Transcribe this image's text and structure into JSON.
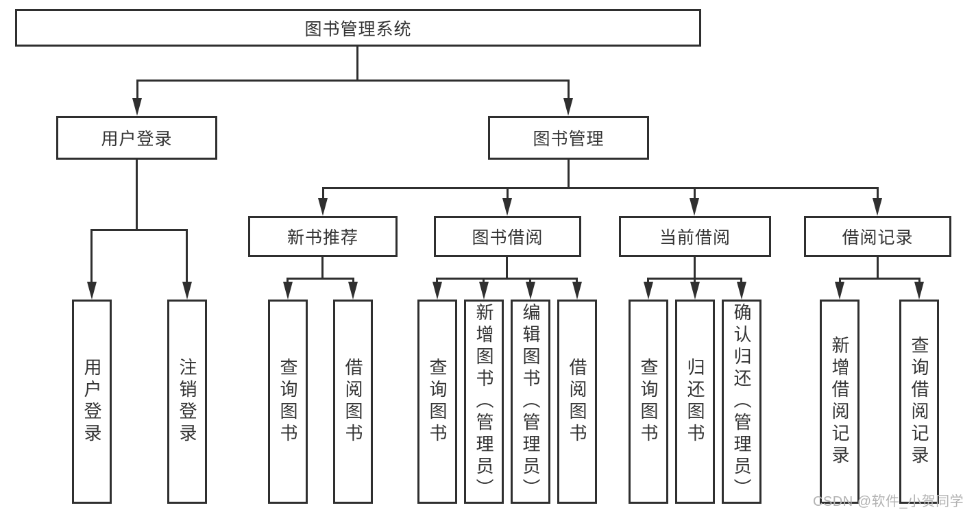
{
  "root": {
    "label": "图书管理系统"
  },
  "login": {
    "label": "用户登录",
    "children": [
      {
        "label": "用户登录"
      },
      {
        "label": "注销登录"
      }
    ]
  },
  "manage": {
    "label": "图书管理",
    "sections": [
      {
        "label": "新书推荐",
        "children": [
          {
            "label": "查询图书"
          },
          {
            "label": "借阅图书"
          }
        ]
      },
      {
        "label": "图书借阅",
        "children": [
          {
            "label": "查询图书"
          },
          {
            "label": "新增图书（管理员）"
          },
          {
            "label": "编辑图书（管理员）"
          },
          {
            "label": "借阅图书"
          }
        ]
      },
      {
        "label": "当前借阅",
        "children": [
          {
            "label": "查询图书"
          },
          {
            "label": "归还图书"
          },
          {
            "label": "确认归还（管理员）"
          }
        ]
      },
      {
        "label": "借阅记录",
        "children": [
          {
            "label": "新增借阅记录"
          },
          {
            "label": "查询借阅记录"
          }
        ]
      }
    ]
  },
  "watermark": {
    "text": "CSDN @软件_小贺同学"
  },
  "colors": {
    "line": "#2f2f2f",
    "text": "#333333",
    "watermark": "#b3b3b3"
  }
}
